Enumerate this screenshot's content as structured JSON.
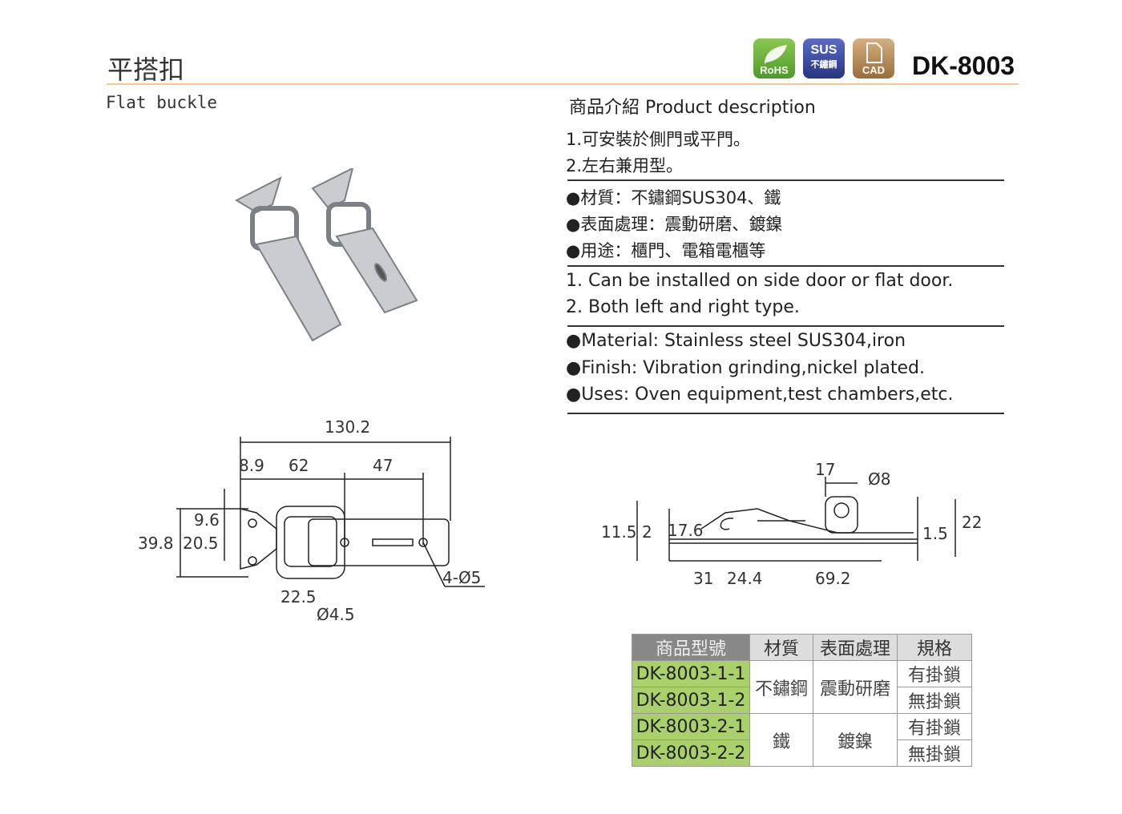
{
  "header": {
    "title": "平搭扣",
    "subtitle": "Flat buckle",
    "model": "DK-8003",
    "badges": [
      {
        "icon": "rohs-leaf-icon",
        "label": "RoHS"
      },
      {
        "icon": "sus-badge-icon",
        "top": "SUS",
        "bottom": "不鏽鋼"
      },
      {
        "icon": "cad-file-icon",
        "label": "CAD"
      }
    ]
  },
  "description": {
    "heading": "商品介紹 Product description",
    "zh_features": [
      "1.可安裝於側門或平門。",
      "2.左右兼用型。"
    ],
    "zh_specs": [
      "●材質：不鏽鋼SUS304、鐵",
      "●表面處理：震動研磨、鍍鎳",
      "●用途：櫃門、電箱電櫃等"
    ],
    "en_features": [
      "1. Can be installed on side door or flat door.",
      "2. Both left and right type."
    ],
    "en_specs": [
      "●Material: Stainless steel SUS304,iron",
      "●Finish: Vibration grinding,nickel plated.",
      "●Uses: Oven equipment,test chambers,etc."
    ]
  },
  "top_view": {
    "dims": [
      "130.2",
      "8.9",
      "62",
      "47",
      "9.6",
      "39.8",
      "20.5",
      "22.5",
      "Ø4.5",
      "4-Ø5"
    ]
  },
  "side_view": {
    "dims": [
      "17",
      "Ø8",
      "11.5",
      "2",
      "17.6",
      "1.5",
      "22",
      "31",
      "24.4",
      "69.2"
    ]
  },
  "table": {
    "headers": [
      "商品型號",
      "材質",
      "表面處理",
      "規格"
    ],
    "rows": [
      {
        "model": "DK-8003-1-1",
        "spec": "有掛鎖"
      },
      {
        "model": "DK-8003-1-2",
        "spec": "無掛鎖"
      },
      {
        "model": "DK-8003-2-1",
        "spec": "有掛鎖"
      },
      {
        "model": "DK-8003-2-2",
        "spec": "無掛鎖"
      }
    ],
    "groups": [
      {
        "material": "不鏽鋼",
        "finish": "震動研磨"
      },
      {
        "material": "鐵",
        "finish": "鍍鎳"
      }
    ]
  },
  "colors": {
    "rule": "#f2c88c",
    "model_cell": "#a9d06a",
    "header_first": "#888888"
  }
}
